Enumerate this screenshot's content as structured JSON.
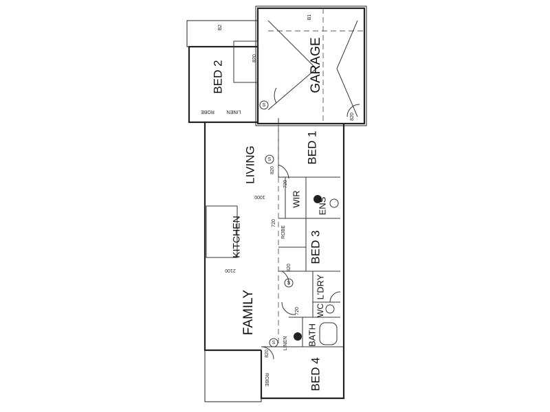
{
  "rooms": {
    "bed2": "BED 2",
    "garage": "GARAGE",
    "bed1": "BED 1",
    "living": "LIVING",
    "wir": "WIR",
    "ens": "ENS",
    "kitchen": "KITCHEN",
    "bed3": "BED 3",
    "family": "FAMILY",
    "laundry": "L'DRY",
    "wc": "WC",
    "bath": "BATH",
    "bed4": "BED 4",
    "linen_top": "LINEN",
    "linen_bottom": "LINEN",
    "robe_bed2": "ROBE",
    "robe_bed3": "ROBE",
    "robe_bed4": "ROBE"
  },
  "annotations": {
    "dim_living": "1000",
    "dim_family": "2100",
    "door_820": "820",
    "door_720": "720",
    "smoke": "S",
    "b1": "B1",
    "b2": "B2"
  }
}
